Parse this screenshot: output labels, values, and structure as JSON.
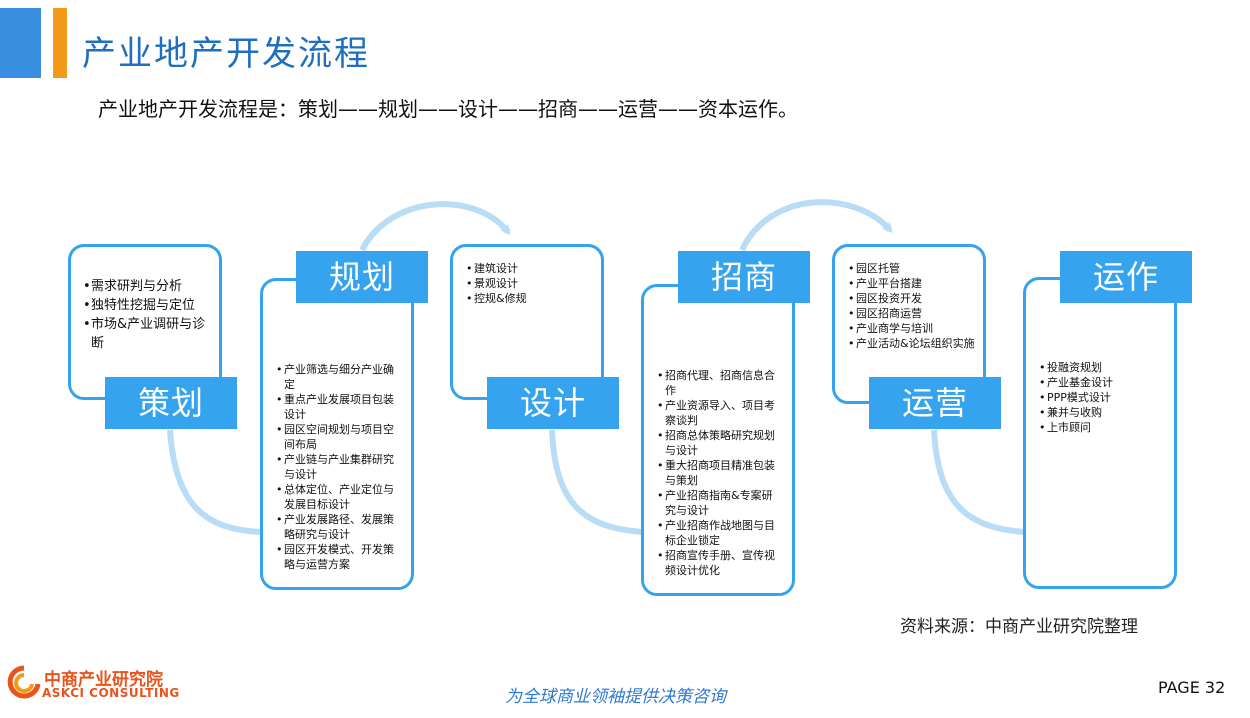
{
  "header": {
    "title": "产业地产开发流程",
    "subtitle": "产业地产开发流程是：策划——规划——设计——招商——运营——资本运作。"
  },
  "stages": [
    {
      "label": "策划",
      "items": [
        "需求研判与分析",
        "独特性挖掘与定位",
        "市场&产业调研与诊断"
      ]
    },
    {
      "label": "规划",
      "items": [
        "产业筛选与细分产业确定",
        "重点产业发展项目包装设计",
        "园区空间规划与项目空间布局",
        "产业链与产业集群研究与设计",
        "总体定位、产业定位与发展目标设计",
        "产业发展路径、发展策略研究与设计",
        "园区开发模式、开发策略与运营方案"
      ]
    },
    {
      "label": "设计",
      "items": [
        "建筑设计",
        "景观设计",
        "控规&修规"
      ]
    },
    {
      "label": "招商",
      "items": [
        "招商代理、招商信息合作",
        "产业资源导入、项目考察谈判",
        "招商总体策略研究规划与设计",
        "重大招商项目精准包装与策划",
        "产业招商指南&专案研究与设计",
        "产业招商作战地图与目标企业锁定",
        "招商宣传手册、宣传视频设计优化"
      ]
    },
    {
      "label": "运营",
      "items": [
        "园区托管",
        "产业平台搭建",
        "园区投资开发",
        "园区招商运营",
        "产业商学与培训",
        "产业活动&论坛组织实施"
      ]
    },
    {
      "label": "运作",
      "items": [
        "投融资规划",
        "产业基金设计",
        "PPP模式设计",
        "兼并与收购",
        "上市顾问"
      ]
    }
  ],
  "footer": {
    "source": "资料来源：中商产业研究院整理",
    "logo_cn": "中商产业研究院",
    "logo_en": "ASKCI CONSULTING",
    "slogan": "为全球商业领袖提供决策咨询",
    "page": "PAGE  32"
  },
  "colors": {
    "accent_blue": "#35a3ee",
    "title_blue": "#1f6fc0",
    "arc_blue": "#b9dcf7",
    "orange": "#f39a1b",
    "logo_orange": "#e8541c"
  }
}
